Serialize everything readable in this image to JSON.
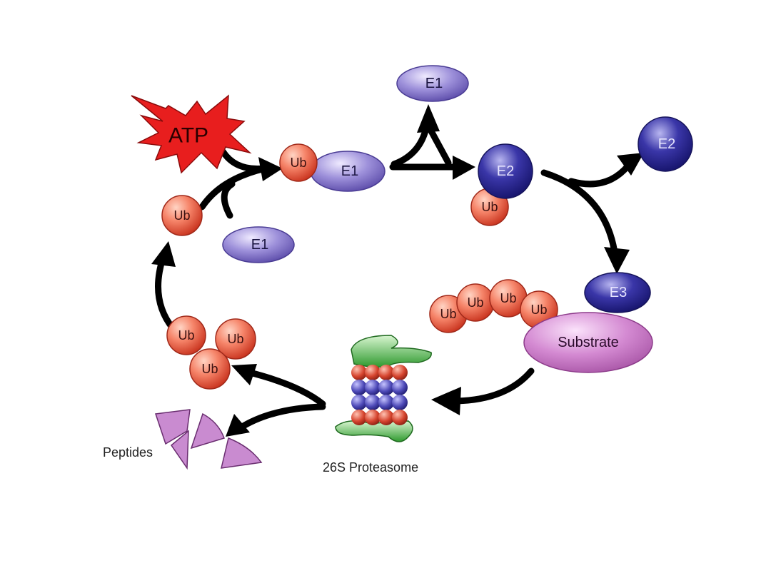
{
  "diagram": {
    "atp_label": "ATP",
    "ub_label": "Ub",
    "e1_label": "E1",
    "e2_label": "E2",
    "e3_label": "E3",
    "substrate_label": "Substrate",
    "peptides_label": "Peptides",
    "proteasome_label": "26S Proteasome"
  },
  "colors": {
    "ub_fill": "#f0735a",
    "e1_fill": "#8f7fd0",
    "e2_fill": "#2d2a96",
    "e3_fill": "#2d2a96",
    "substrate_fill": "#cf76cc",
    "atp_fill": "#e01818",
    "peptide_fill": "#c98bd0",
    "proteasome_cap": "#3dab3d",
    "proteasome_red": "#d6452f",
    "proteasome_blue": "#4e4ab8",
    "arrow": "#000000"
  }
}
